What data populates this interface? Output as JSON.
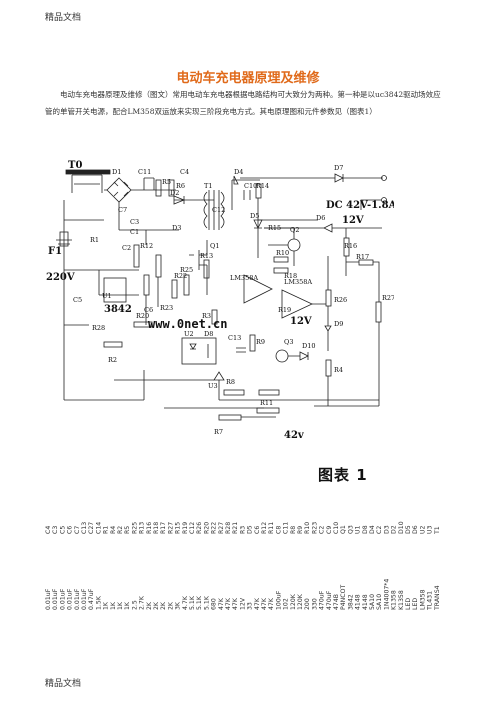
{
  "page": {
    "header": "精品文档",
    "footer": "精品文档",
    "title": "电动车充电器原理及维修",
    "intro": "电动车充电器原理及维修（图文）常用电动车充电器根据电路结构可大致分为两种。第一种是以uc3842驱动场效应管的单管开关电源，配合LM358双运放来实现三阶段充电方式。其电原理图和元件参数见（图表1）"
  },
  "schematic": {
    "labels": {
      "t0": "T0",
      "f1": "F1",
      "v220": "220V",
      "d1": "D1",
      "d2": "D2",
      "d3": "D3",
      "d4": "D4",
      "d5": "D5",
      "d6": "D6",
      "d7": "D7",
      "d8": "D8",
      "d9": "D9",
      "d10": "D10",
      "c1": "C1",
      "c2": "C2",
      "c3": "C3",
      "c4": "C4",
      "c5": "C5",
      "c6": "C6",
      "c7": "C7",
      "c10": "C10",
      "c11": "C11",
      "c12": "C12",
      "c13": "C13",
      "r1": "R1",
      "r2": "R2",
      "r3": "R3",
      "r4": "R4",
      "r5": "R5",
      "r6": "R6",
      "r7": "R7",
      "r8": "R8",
      "r9": "R9",
      "r10": "R10",
      "r11": "R11",
      "r12": "R12",
      "r13": "R13",
      "r14": "R14",
      "r15": "R15",
      "r16": "R16",
      "r17": "R17",
      "r18": "R18",
      "r19": "R19",
      "r20": "R20",
      "r22": "R22",
      "r23": "R23",
      "r25": "R25",
      "r26": "R26",
      "r27": "R27",
      "r28": "R28",
      "t1": "T1",
      "q1": "Q1",
      "q2": "Q2",
      "q3": "Q3",
      "u1": "U1",
      "u2": "U2",
      "u3": "U3",
      "ic3842": "3842",
      "lm358a": "LM358A",
      "lm358b": "LM358A",
      "v12a": "12V",
      "v12b": "12V",
      "v42": "42v",
      "dc_out": "DC 42V-1.8A",
      "watermark": "www.0net.cn"
    }
  },
  "figure_caption": "图表 1",
  "bom": [
    [
      "C4",
      "0.01uF"
    ],
    [
      "C3",
      "0.01uF"
    ],
    [
      "C5",
      "0.01uF"
    ],
    [
      "C6",
      "0.01uF"
    ],
    [
      "C7",
      "0.01uF"
    ],
    [
      "C13",
      "0.01uF"
    ],
    [
      "C27",
      "0.47uF"
    ],
    [
      "C14",
      "1.5K"
    ],
    [
      "R1",
      "1K"
    ],
    [
      "R4",
      "1K"
    ],
    [
      "R2",
      "1K"
    ],
    [
      "R5",
      "1K"
    ],
    [
      "R25",
      "2.5"
    ],
    [
      "R13",
      "2.7K"
    ],
    [
      "R16",
      "2K"
    ],
    [
      "R18",
      "2K"
    ],
    [
      "R17",
      "2K"
    ],
    [
      "R27",
      "2K"
    ],
    [
      "R15",
      "3K"
    ],
    [
      "R19",
      "4.7K"
    ],
    [
      "C12",
      "5.1K"
    ],
    [
      "R26",
      "5.1K"
    ],
    [
      "R20",
      "5.1K"
    ],
    [
      "R22",
      "680"
    ],
    [
      "R27",
      "47K"
    ],
    [
      "R28",
      "47K"
    ],
    [
      "R21",
      "47K"
    ],
    [
      "R3",
      "12V"
    ],
    [
      "D5",
      "33"
    ],
    [
      "C6",
      "47K"
    ],
    [
      "R12",
      "47K"
    ],
    [
      "R11",
      "47K"
    ],
    [
      "C8",
      "100uF"
    ],
    [
      "C11",
      "102"
    ],
    [
      "R8",
      "120K"
    ],
    [
      "R9",
      "120K"
    ],
    [
      "R10",
      "200"
    ],
    [
      "R23",
      "330"
    ],
    [
      "C2",
      "470uF"
    ],
    [
      "C9",
      "470uF"
    ],
    [
      "C10",
      "474B"
    ],
    [
      "Q1",
      "P4NCOT"
    ],
    [
      "Q3",
      "3842"
    ],
    [
      "U1",
      "4148"
    ],
    [
      "D8",
      "4148"
    ],
    [
      "D4",
      "5A10"
    ],
    [
      "C2",
      "SA10"
    ],
    [
      "D3",
      "1N4007*4"
    ],
    [
      "D2",
      "K1358"
    ],
    [
      "D10",
      "K1358"
    ],
    [
      "D5",
      "LED"
    ],
    [
      "D6",
      "LED"
    ],
    [
      "U2",
      "LM358"
    ],
    [
      "U3",
      "TL431"
    ],
    [
      "T1",
      "TRANS4"
    ]
  ]
}
